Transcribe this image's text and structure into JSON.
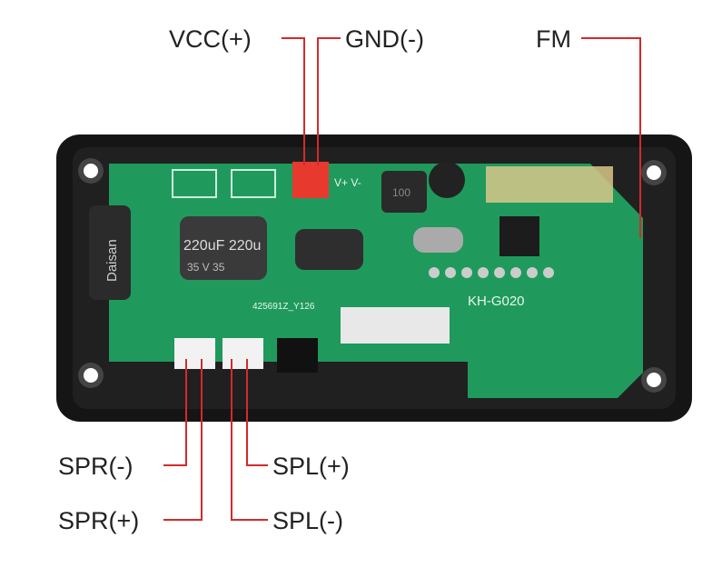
{
  "labels": {
    "vcc": "VCC(+)",
    "gnd": "GND(-)",
    "fm": "FM",
    "spr_neg": "SPR(-)",
    "spr_pos": "SPR(+)",
    "spl_pos": "SPL(+)",
    "spl_neg": "SPL(-)"
  },
  "board": {
    "model": "KH-G020",
    "serial": "425691Z_Y126",
    "cap_text": "220uF 220u",
    "cap_voltage": "35 V 35",
    "cap_brand": "Daisan",
    "inductor": "100",
    "power_marks": "V+ V-"
  },
  "colors": {
    "wire": "#d42a2a",
    "board": "#1f9a5c",
    "enclosure": "#141414",
    "connector": "#e8392e"
  }
}
